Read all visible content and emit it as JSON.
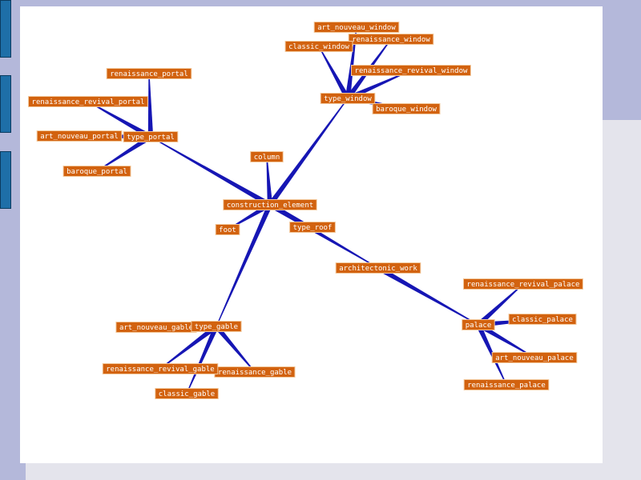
{
  "colors": {
    "background": "#b4b8da",
    "panel": "#e4e4ec",
    "canvas": "#ffffff",
    "side_tab": "#1e6fa8",
    "node_fill": "#d2620f",
    "node_border": "#f2c79a",
    "node_text": "#ffffff",
    "edge": "#1616b4"
  },
  "nodes": [
    {
      "id": "art_nouveau_window",
      "label": "art_nouveau_window"
    },
    {
      "id": "renaissance_window",
      "label": "renaissance_window"
    },
    {
      "id": "classic_window",
      "label": "classic_window"
    },
    {
      "id": "renaissance_revival_window",
      "label": "renaissance_revival_window"
    },
    {
      "id": "type_window",
      "label": "type_window"
    },
    {
      "id": "baroque_window",
      "label": "baroque_window"
    },
    {
      "id": "renaissance_portal",
      "label": "renaissance_portal"
    },
    {
      "id": "renaissance_revival_portal",
      "label": "renaissance_revival_portal"
    },
    {
      "id": "art_nouveau_portal",
      "label": "art_nouveau_portal"
    },
    {
      "id": "type_portal",
      "label": "type_portal"
    },
    {
      "id": "baroque_portal",
      "label": "baroque_portal"
    },
    {
      "id": "column",
      "label": "column"
    },
    {
      "id": "construction_element",
      "label": "construction_element"
    },
    {
      "id": "foot",
      "label": "foot"
    },
    {
      "id": "type_roof",
      "label": "type_roof"
    },
    {
      "id": "architectonic_work",
      "label": "architectonic_work"
    },
    {
      "id": "renaissance_revival_palace",
      "label": "renaissance_revival_palace"
    },
    {
      "id": "palace",
      "label": "palace"
    },
    {
      "id": "classic_palace",
      "label": "classic_palace"
    },
    {
      "id": "art_nouveau_palace",
      "label": "art_nouveau_palace"
    },
    {
      "id": "renaissance_palace",
      "label": "renaissance_palace"
    },
    {
      "id": "art_nouveau_gable",
      "label": "art_nouveau_gable"
    },
    {
      "id": "type_gable",
      "label": "type_gable"
    },
    {
      "id": "renaissance_revival_gable",
      "label": "renaissance_revival_gable"
    },
    {
      "id": "renaissance_gable",
      "label": "renaissance_gable"
    },
    {
      "id": "classic_gable",
      "label": "classic_gable"
    }
  ],
  "edges": [
    {
      "from": "art_nouveau_window",
      "to": "type_window"
    },
    {
      "from": "renaissance_window",
      "to": "type_window"
    },
    {
      "from": "classic_window",
      "to": "type_window"
    },
    {
      "from": "renaissance_revival_window",
      "to": "type_window"
    },
    {
      "from": "baroque_window",
      "to": "type_window"
    },
    {
      "from": "type_window",
      "to": "construction_element"
    },
    {
      "from": "renaissance_portal",
      "to": "type_portal"
    },
    {
      "from": "renaissance_revival_portal",
      "to": "type_portal"
    },
    {
      "from": "art_nouveau_portal",
      "to": "type_portal"
    },
    {
      "from": "baroque_portal",
      "to": "type_portal"
    },
    {
      "from": "type_portal",
      "to": "construction_element"
    },
    {
      "from": "column",
      "to": "construction_element"
    },
    {
      "from": "foot",
      "to": "construction_element"
    },
    {
      "from": "type_roof",
      "to": "construction_element"
    },
    {
      "from": "type_gable",
      "to": "construction_element"
    },
    {
      "from": "architectonic_work",
      "to": "construction_element"
    },
    {
      "from": "art_nouveau_gable",
      "to": "type_gable"
    },
    {
      "from": "renaissance_revival_gable",
      "to": "type_gable"
    },
    {
      "from": "renaissance_gable",
      "to": "type_gable"
    },
    {
      "from": "classic_gable",
      "to": "type_gable"
    },
    {
      "from": "renaissance_revival_palace",
      "to": "palace"
    },
    {
      "from": "classic_palace",
      "to": "palace"
    },
    {
      "from": "art_nouveau_palace",
      "to": "palace"
    },
    {
      "from": "renaissance_palace",
      "to": "palace"
    },
    {
      "from": "palace",
      "to": "architectonic_work"
    }
  ]
}
